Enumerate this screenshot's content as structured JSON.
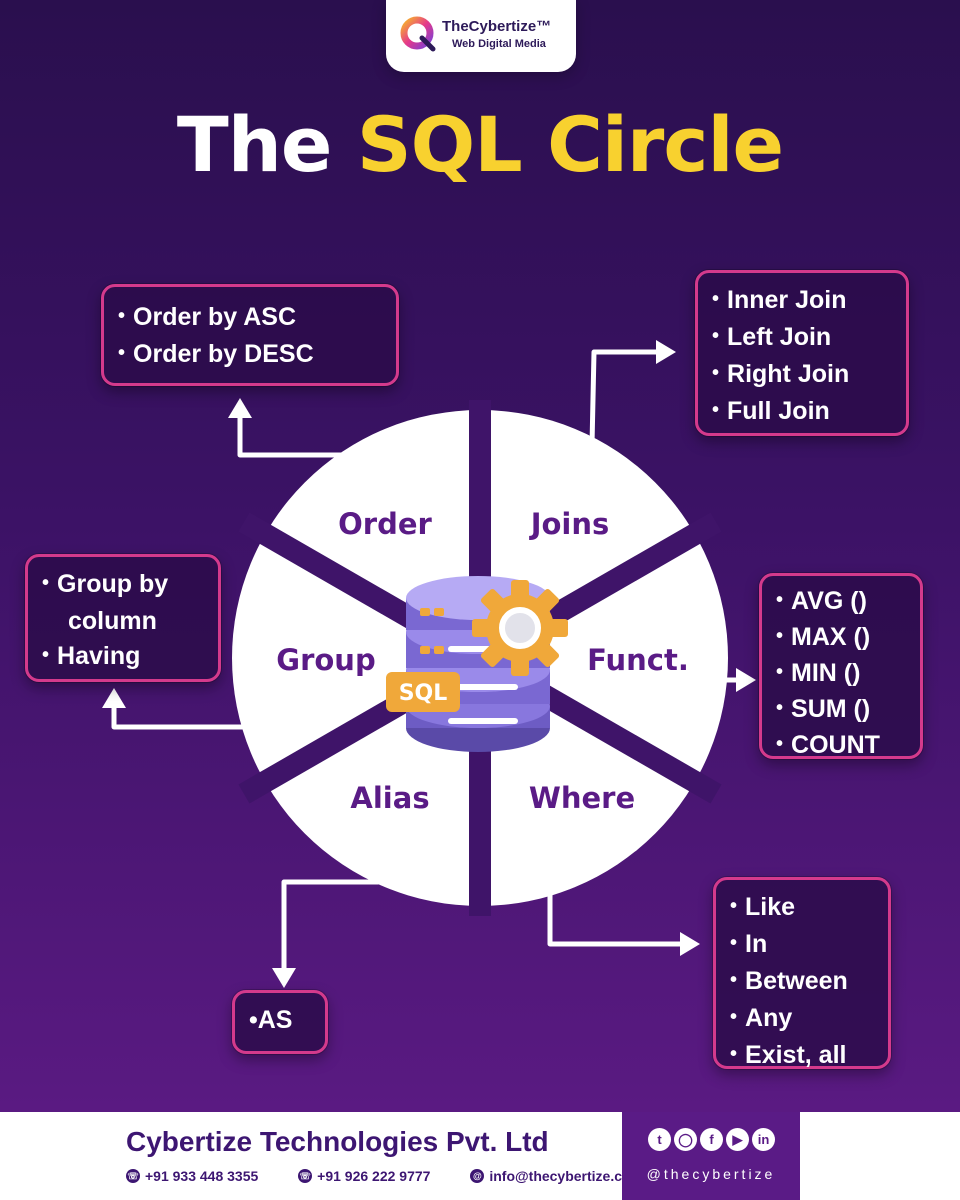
{
  "brand": {
    "name": "TheCybertize™",
    "tagline": "Web Digital Media"
  },
  "title": {
    "part1": "The ",
    "part2": "SQL Circle"
  },
  "center": {
    "badge": "SQL"
  },
  "segments": {
    "order": "Order",
    "joins": "Joins",
    "group": "Group",
    "funct": "Funct.",
    "alias": "Alias",
    "where": "Where"
  },
  "boxes": {
    "order": [
      "Order by ASC",
      "Order by DESC"
    ],
    "joins": [
      "Inner Join",
      "Left Join",
      "Right Join",
      "Full Join"
    ],
    "group": {
      "line1": "Group by",
      "line2": "column",
      "line3": "Having"
    },
    "funct": [
      "AVG ()",
      "MAX ()",
      "MIN ()",
      "SUM ()",
      "COUNT"
    ],
    "alias": "•AS",
    "where": [
      "Like",
      "In",
      "Between",
      "Any",
      "Exist, all"
    ]
  },
  "colors": {
    "accent": "#f8d12f",
    "segment_text": "#5a1b86",
    "box_border": "#d43a8c",
    "background": "#3b1265"
  },
  "footer": {
    "company": "Cybertize Technologies Pvt. Ltd",
    "phone1": "+91 933 448 3355",
    "phone2": "+91 926 222 9777",
    "email": "info@thecybertize.com",
    "handle": "@thecybertize",
    "social_icons": [
      "twitter-icon",
      "instagram-icon",
      "facebook-icon",
      "youtube-icon",
      "linkedin-icon"
    ]
  }
}
